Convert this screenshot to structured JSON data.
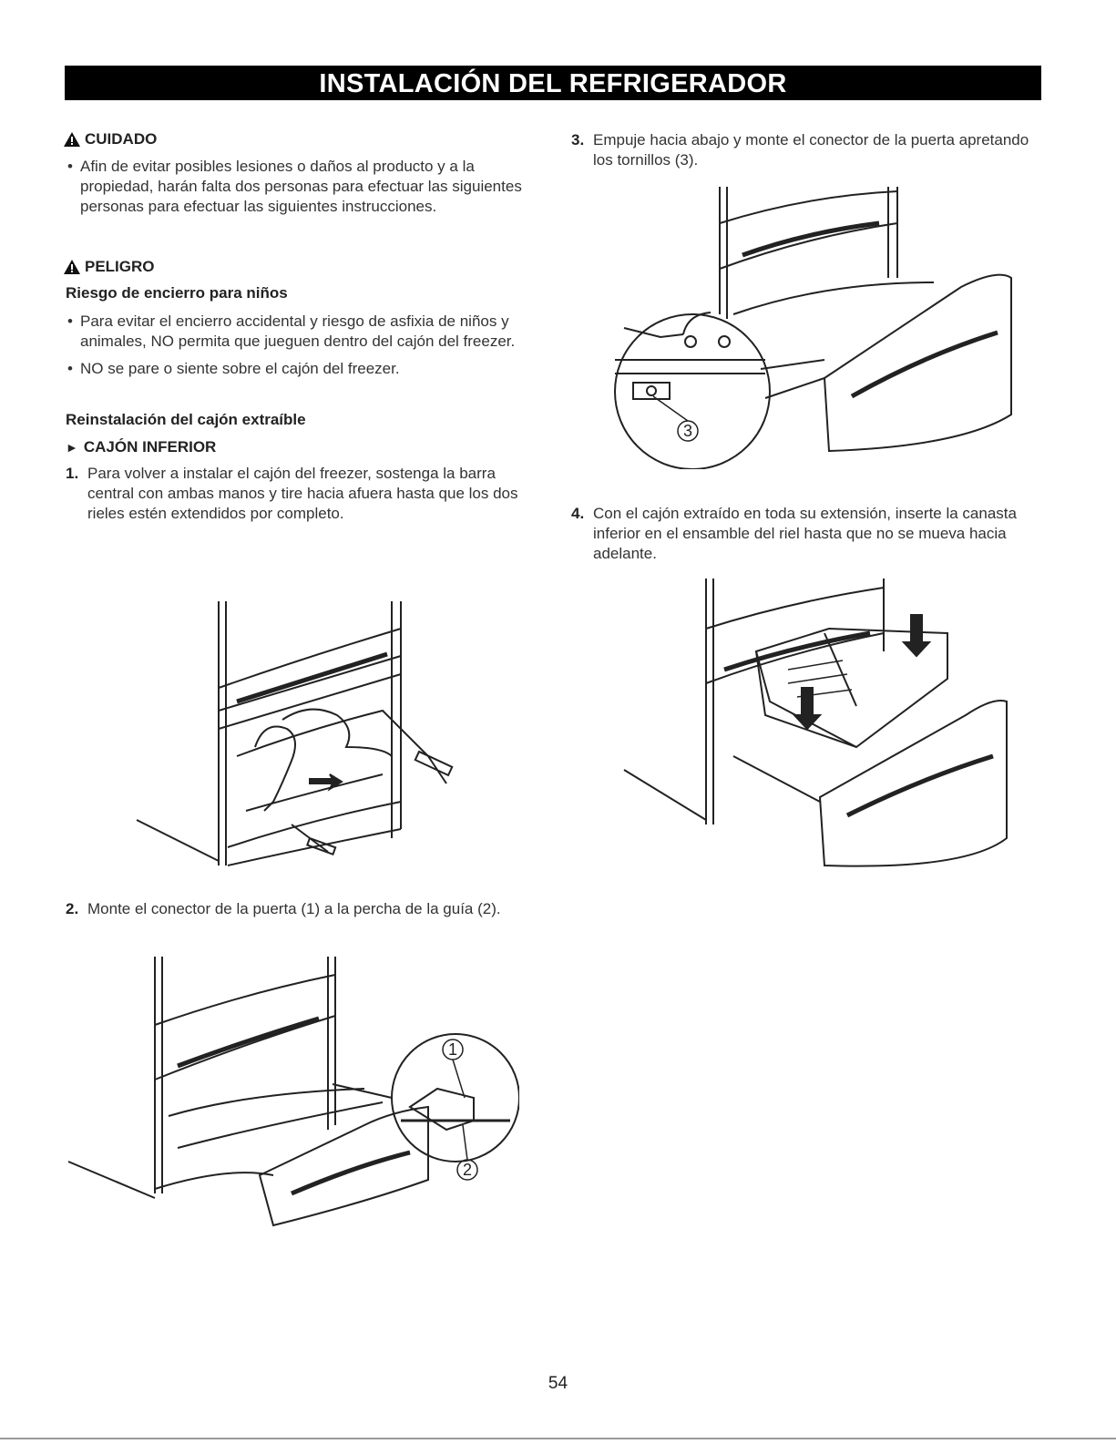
{
  "header": {
    "title": "INSTALACIÓN DEL REFRIGERADOR"
  },
  "caution": {
    "label": "CUIDADO",
    "text": "Afin de evitar posibles lesiones o daños al producto y a la propiedad, harán falta dos personas para efectuar las siguientes personas para efectuar las siguientes instrucciones."
  },
  "danger": {
    "label": "PELIGRO",
    "subtitle": "Riesgo de encierro para niños",
    "bullets": [
      "Para evitar el encierro accidental y riesgo de asfixia de niños y animales, NO permita que jueguen dentro del cajón del freezer.",
      "NO se pare o siente sobre el cajón del freezer."
    ]
  },
  "reinstall": {
    "title": "Reinstalación del cajón extraíble",
    "drawer_label": "CAJÓN INFERIOR"
  },
  "steps": [
    {
      "num": "1.",
      "text": "Para volver a instalar el cajón del freezer, sostenga la barra central con ambas manos y tire hacia afuera hasta que los dos rieles estén extendidos por completo."
    },
    {
      "num": "2.",
      "text": "Monte el conector de la puerta (1) a la percha de la guía (2)."
    },
    {
      "num": "3.",
      "text": "Empuje hacia abajo y monte el conector de la puerta apretando los tornillos (3)."
    },
    {
      "num": "4.",
      "text": "Con el cajón extraído en toda su extensión, inserte la canasta inferior en el ensamble del riel hasta que no se mueva hacia adelante."
    }
  ],
  "callouts": {
    "c1": "1",
    "c2": "2",
    "c3": "3"
  },
  "page_number": "54"
}
